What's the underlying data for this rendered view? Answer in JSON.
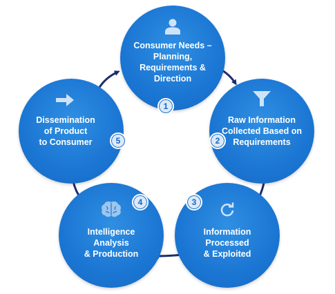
{
  "diagram": {
    "steps": [
      {
        "number": "1",
        "label": "Consumer Needs –\nPlanning,\nRequirements &\nDirection",
        "icon": "person-icon"
      },
      {
        "number": "2",
        "label": "Raw Information\nCollected Based on\nRequirements",
        "icon": "funnel-icon"
      },
      {
        "number": "3",
        "label": "Information\nProcessed\n& Exploited",
        "icon": "refresh-icon"
      },
      {
        "number": "4",
        "label": "Intelligence\nAnalysis\n& Production",
        "icon": "brain-icon"
      },
      {
        "number": "5",
        "label": "Dissemination\nof Product\nto Consumer",
        "icon": "arrow-right-icon"
      }
    ]
  },
  "colors": {
    "node": "#1b76d3",
    "arrow": "#1a2d6e",
    "badge_fill": "#dbe9f8",
    "icon": "#cfe3f8"
  }
}
